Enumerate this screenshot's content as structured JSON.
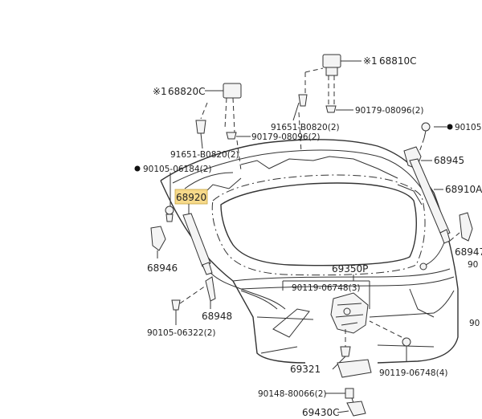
{
  "labels": {
    "p68810C": "68810C",
    "p68810C_mark": "※1",
    "p68820C": "68820C",
    "p68820C_mark": "※1",
    "p90179_a": "90179-08096(2)",
    "p91651_a": "91651-B0820(2)",
    "p90179_b": "90179-08096(2)",
    "p91651_b": "91651-B0820(2)",
    "p90105_right": "90105",
    "p90105_left": "90105-06184(2)",
    "p68945": "68945",
    "p68910A": "68910A",
    "p68920": "68920",
    "p68946": "68946",
    "p68947": "68947",
    "p90_right_cut1": "90",
    "p90_right_cut2": "90",
    "p69350P": "69350P",
    "p90119_a": "90119-06748(3)",
    "p68948": "68948",
    "p90105_lower": "90105-06322(2)",
    "p69321": "69321",
    "p90119_b": "90119-06748(4)",
    "p90148": "90148-80066(2)",
    "p69430C": "69430C"
  },
  "colors": {
    "highlight": "#f6d98a",
    "line": "#333333"
  }
}
